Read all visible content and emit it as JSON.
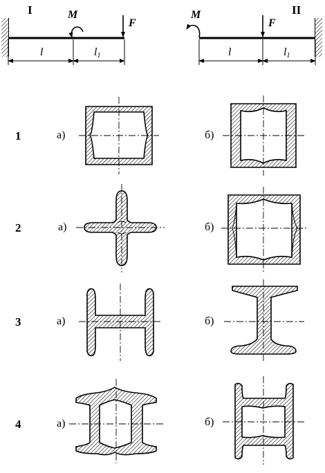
{
  "schemes": [
    {
      "id": "I",
      "moment": "M",
      "force": "F",
      "span_left": "l",
      "span_right": "l",
      "span_right_sub": "1"
    },
    {
      "id": "II",
      "moment": "M",
      "force": "F",
      "span_left": "l",
      "span_right": "l",
      "span_right_sub": "1"
    }
  ],
  "rows": [
    {
      "number": "1",
      "left_variant": "а)",
      "right_variant": "б)"
    },
    {
      "number": "2",
      "left_variant": "а)",
      "right_variant": "б)"
    },
    {
      "number": "3",
      "left_variant": "а)",
      "right_variant": "б)"
    },
    {
      "number": "4",
      "left_variant": "а)",
      "right_variant": "б)"
    }
  ],
  "colors": {
    "ink": "#000000",
    "background": "#ffffff"
  }
}
